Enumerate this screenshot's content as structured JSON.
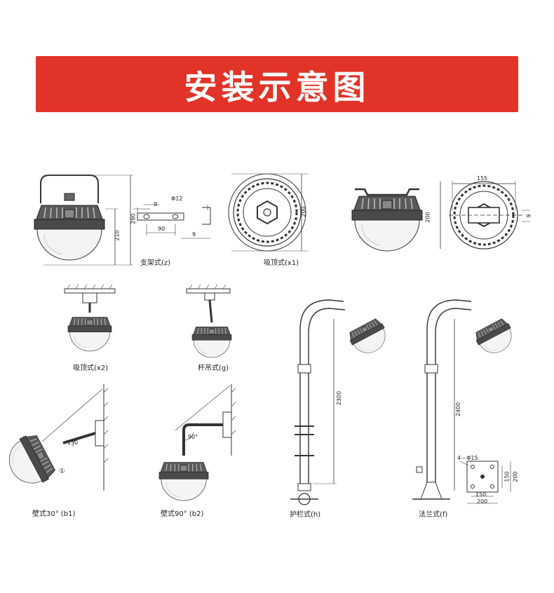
{
  "banner": {
    "title": "安装示意图"
  },
  "captions": {
    "bracket": "支架式(z)",
    "ceiling_x1": "吸顶式(x1)",
    "ceiling_x2": "吸顶式(x2)",
    "rod": "杆吊式(g)",
    "wall30": "壁式30°  (b1)",
    "wall90": "壁式90°  (b2)",
    "guardrail": "护栏式(h)",
    "flange": "法兰式(f)"
  },
  "dimensions": {
    "lamp_280": "280",
    "lamp_210": "210",
    "bracket_9a": "9",
    "bracket_hole": "Φ12",
    "bracket_90": "90",
    "bracket_9b": "9",
    "x1_200": "200",
    "side_155": "155",
    "side_200": "200",
    "side_9": "9",
    "guard_2300": "2300",
    "flange_2400": "2400",
    "flange_holes": "4－Φ15",
    "flange_150a": "150",
    "flange_200a": "200",
    "flange_150b": "150",
    "flange_200b": "200",
    "wall_angle_150": "150",
    "wall_angle_90": "90°",
    "wall_marker": "①"
  },
  "colors": {
    "banner": "#e23328",
    "line": "#333333",
    "lamp_body": "#5a5a5a",
    "lamp_dark": "#3a3a3a"
  }
}
